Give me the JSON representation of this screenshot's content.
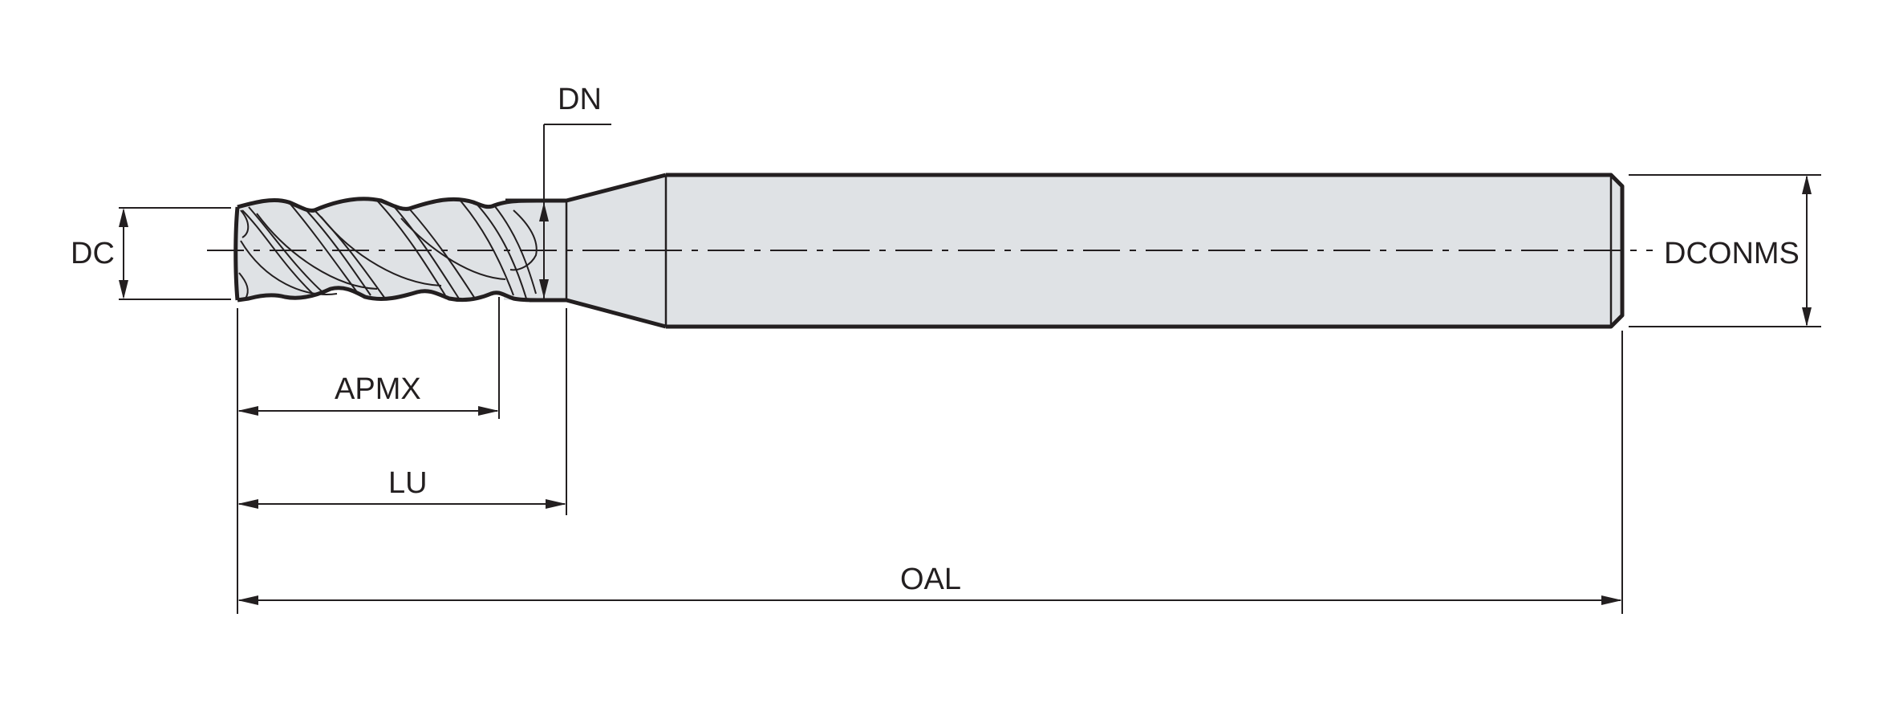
{
  "labels": {
    "dc": "DC",
    "dn": "DN",
    "dconms": "DCONMS",
    "apmx": "APMX",
    "lu": "LU",
    "oal": "OAL"
  },
  "colors": {
    "line": "#231f20",
    "tool_fill": "#dfe2e5",
    "background": "#ffffff"
  }
}
